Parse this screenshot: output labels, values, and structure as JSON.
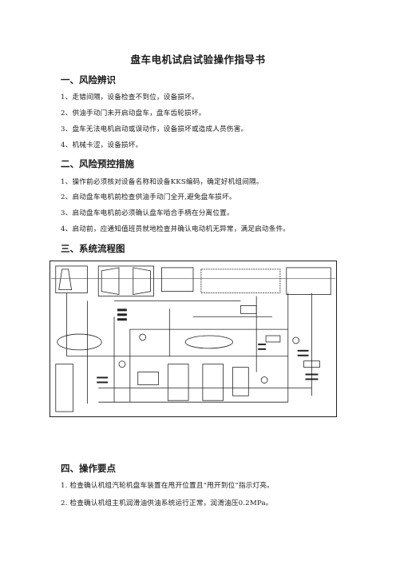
{
  "title": "盘车电机试启试验操作指导书",
  "sections": [
    {
      "heading": "一、风险辨识",
      "items": [
        "1、走错间隔，设备检查不到位，设备损坏。",
        "2、供油手动门未开启动盘车，盘车齿轮损坏。",
        "3、盘车无法电机启动或误动作，设备损坏或造成人员伤害。",
        "4、机械卡涩，设备损坏。"
      ]
    },
    {
      "heading": "二、风险预控措施",
      "items": [
        "1、操作前必须核对设备名称和设备KKS编码，确定好机组间隔。",
        "2、启动盘车电机前检查供油手动门全开,避免盘车损坏。",
        "3、启动盘车电机前必须确认盘车啮合手柄在分离位置。",
        "4、启动前，应通知值班员就地检查并确认电动机无异常，满足启动条件。"
      ]
    },
    {
      "heading": "三、系统流程图",
      "items": []
    },
    {
      "heading": "四、操作要点",
      "items": [
        "1.   检查确认机组汽轮机盘车装置在甩开位置且“甩开到位”指示灯亮。",
        "2.   检查确认机组主机润滑油供油系统运行正常，润滑油压0.2MPa。"
      ]
    }
  ]
}
